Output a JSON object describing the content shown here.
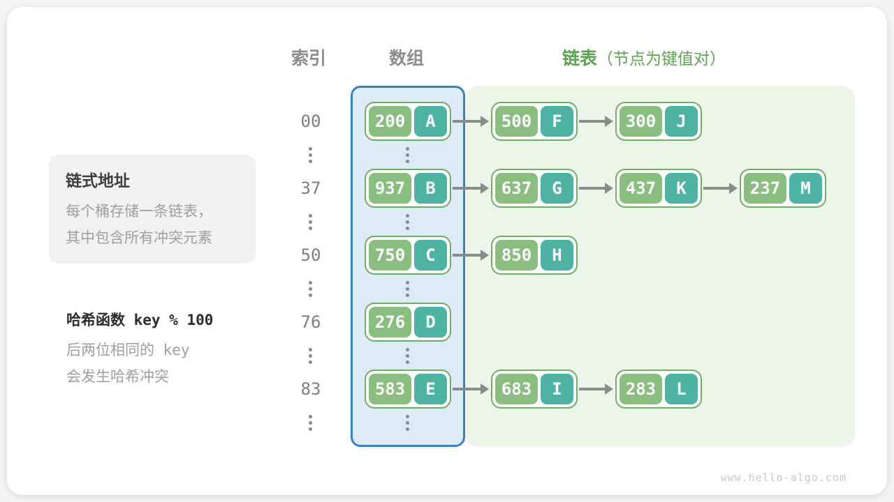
{
  "headers": {
    "index_col": "索引",
    "array_col": "数组",
    "list_col": "链表",
    "list_col_note": "（节点为键值对）"
  },
  "side": {
    "box_title": "链式地址",
    "box_line1": "每个桶存储一条链表，",
    "box_line2": "其中包含所有冲突元素",
    "hash_title": "哈希函数 key % 100",
    "hash_line1": "后两位相同的 key",
    "hash_line2": "会发生哈希冲突"
  },
  "watermark": "www.hello-algo.com",
  "colors": {
    "node_border": "#6fae63",
    "node_key_bg": "#8abd80",
    "node_value_bg": "#4eb3a3",
    "node_text": "#ffffff",
    "arrow": "#8a8a8a",
    "array_panel_bg": "#dcebf7",
    "array_panel_border": "#3b82c4",
    "list_panel_bg": "#edf5eb",
    "header_gray": "#8c8c8c",
    "header_green": "#5ea351",
    "index_text": "#7e7e7e",
    "sidebox_bg": "#f1f1ef",
    "title_text": "#3d3d3d",
    "muted_text": "#9f9f9f",
    "watermark_text": "#c8c8c8"
  },
  "diagram": {
    "rows": [
      {
        "index": "00",
        "chain": [
          {
            "key": "200",
            "value": "A"
          },
          {
            "key": "500",
            "value": "F"
          },
          {
            "key": "300",
            "value": "J"
          }
        ]
      },
      {
        "index": "37",
        "chain": [
          {
            "key": "937",
            "value": "B"
          },
          {
            "key": "637",
            "value": "G"
          },
          {
            "key": "437",
            "value": "K"
          },
          {
            "key": "237",
            "value": "M"
          }
        ]
      },
      {
        "index": "50",
        "chain": [
          {
            "key": "750",
            "value": "C"
          },
          {
            "key": "850",
            "value": "H"
          }
        ]
      },
      {
        "index": "76",
        "chain": [
          {
            "key": "276",
            "value": "D"
          }
        ]
      },
      {
        "index": "83",
        "chain": [
          {
            "key": "583",
            "value": "E"
          },
          {
            "key": "683",
            "value": "I"
          },
          {
            "key": "283",
            "value": "L"
          }
        ]
      }
    ]
  }
}
